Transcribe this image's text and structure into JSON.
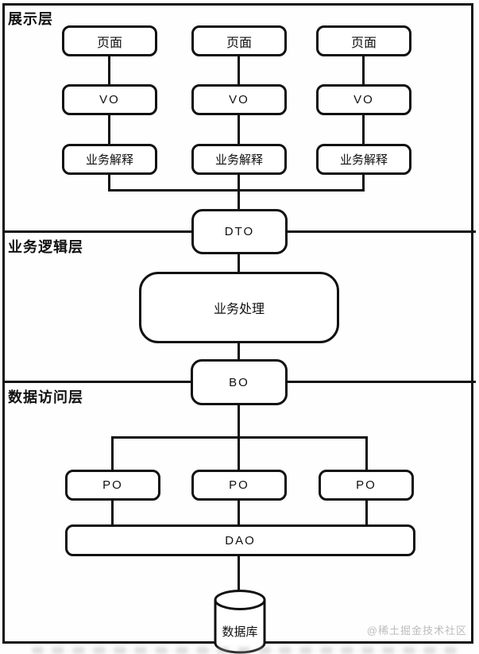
{
  "layers": {
    "presentation": {
      "label": "展示层"
    },
    "business": {
      "label": "业务逻辑层"
    },
    "data_access": {
      "label": "数据访问层"
    }
  },
  "nodes": {
    "page": "页面",
    "vo": "VO",
    "interpret": "业务解释",
    "dto": "DTO",
    "process": "业务处理",
    "bo": "BO",
    "po": "PO",
    "dao": "DAO",
    "database": "数据库"
  },
  "watermark": "@稀土掘金技术社区",
  "colors": {
    "line": "#111111",
    "node_fill": "#ffffff",
    "watermark_gray": "#bcbcbc"
  }
}
